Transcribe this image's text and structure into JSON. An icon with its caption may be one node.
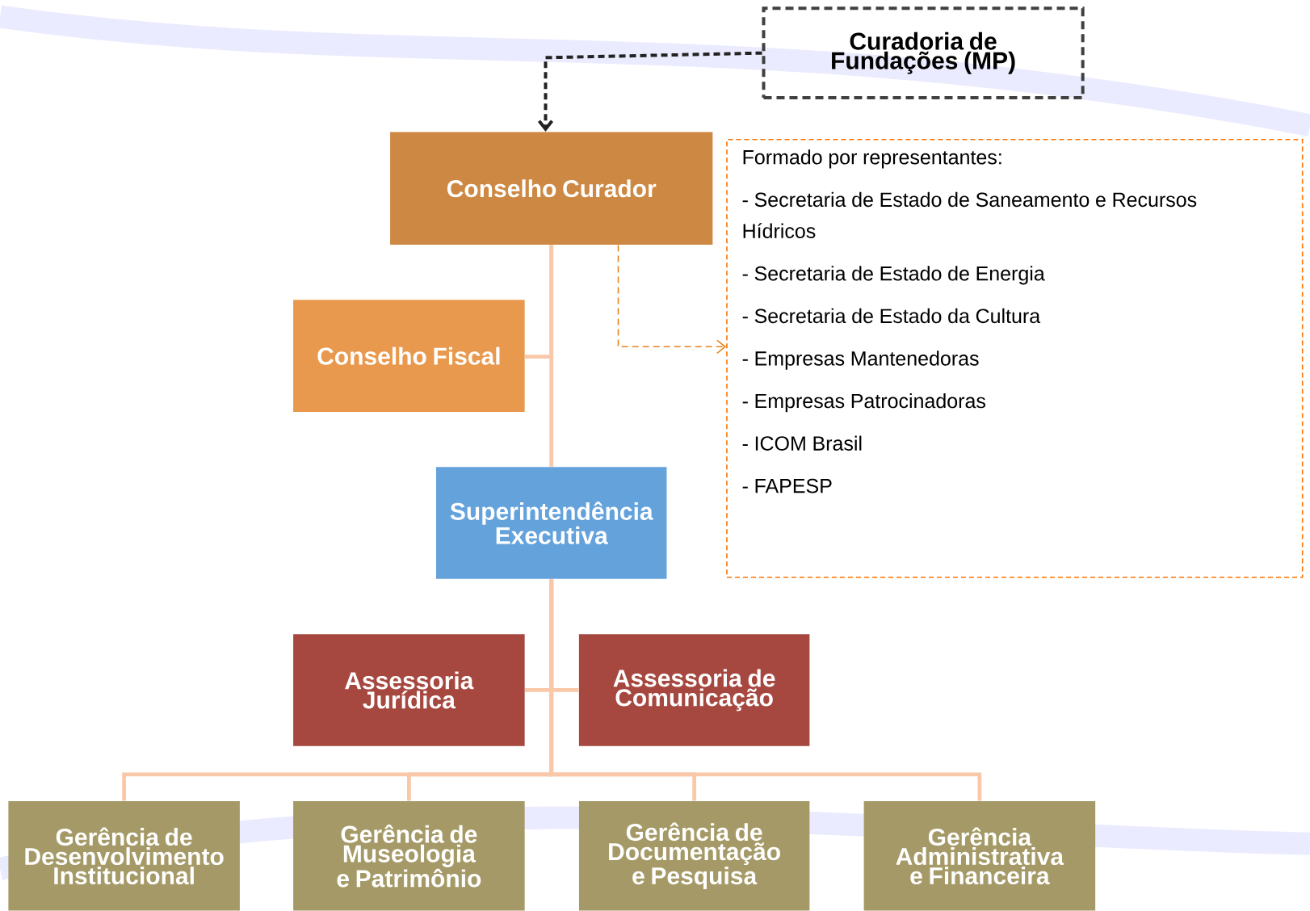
{
  "diagram": {
    "nodes": [
      {
        "text": [
          "Curadoria de Fundações (MP)"
        ]
      },
      {
        "text": [
          "Conselho Curador"
        ]
      },
      {
        "text": [
          "Formado por representantes:",
          "- Secretaria de Estado de Saneamento e Recursos Hídricos",
          "- Secretaria de Estado de Energia",
          "- Secretaria de Estado da Cultura",
          "-  Empresas Mantenedoras",
          "- Empresas Patrocinadoras",
          "- ICOM Brasil",
          "- FAPESP"
        ]
      },
      {
        "text": [
          "Conselho Fiscal"
        ]
      },
      {
        "text": [
          "Superintendência Executiva"
        ]
      },
      {
        "text": [
          "Assessoria Jurídica"
        ]
      },
      {
        "text": [
          "Assessoria de Comunicação"
        ]
      },
      {
        "text": [
          "Gerência de Desenvolvimento Institucional"
        ]
      },
      {
        "text": [
          "Gerência de Museologia e Patrimônio"
        ]
      },
      {
        "text": [
          "Gerência de Documentação e Pesquisa"
        ]
      },
      {
        "text": [
          "Gerência Administrativa e Financeira"
        ]
      }
    ],
    "edges": [
      {
        "from": 0,
        "to": 1,
        "arrow": "to",
        "style": "dashed",
        "color": "#222222"
      },
      {
        "from": 1,
        "to": 2,
        "arrow": "to",
        "style": "dashed",
        "color": "#e8821e"
      },
      {
        "from": 1,
        "to": 3,
        "arrow": "none"
      },
      {
        "from": 1,
        "to": 4,
        "arrow": "none"
      },
      {
        "from": 4,
        "to": 5,
        "arrow": "none"
      },
      {
        "from": 4,
        "to": 6,
        "arrow": "none"
      },
      {
        "from": 4,
        "to": 7,
        "arrow": "none"
      },
      {
        "from": 4,
        "to": 8,
        "arrow": "none"
      },
      {
        "from": 4,
        "to": 9,
        "arrow": "none"
      },
      {
        "from": 4,
        "to": 10,
        "arrow": "none"
      }
    ]
  }
}
